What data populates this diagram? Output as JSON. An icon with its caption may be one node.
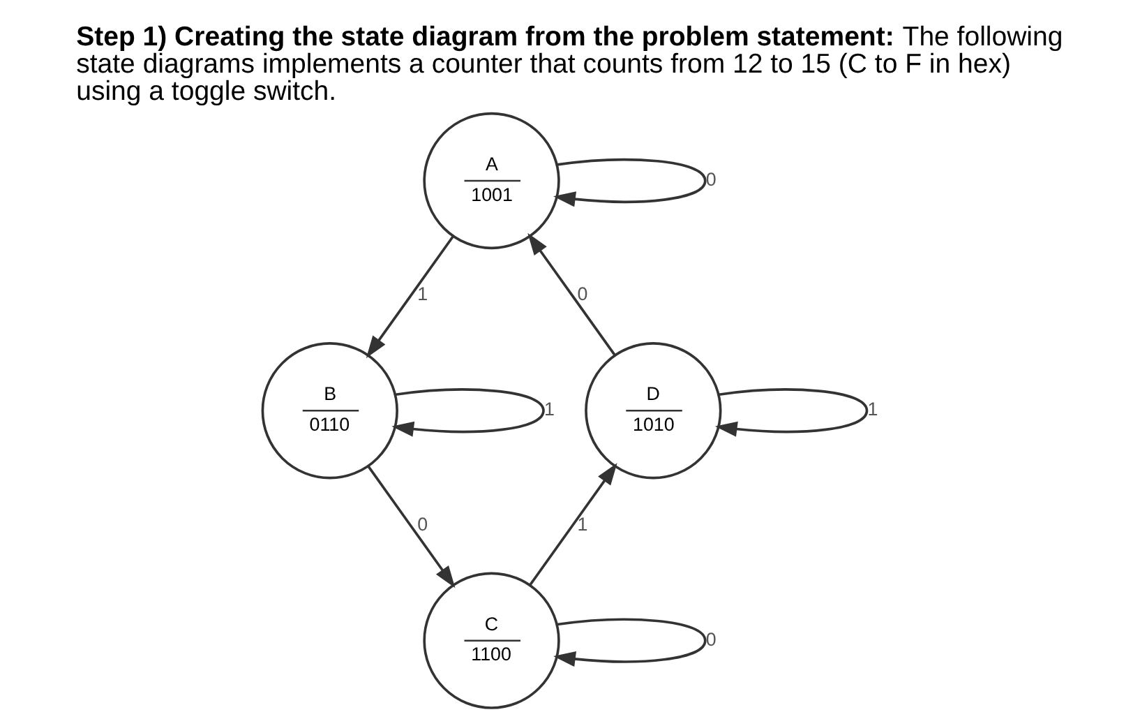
{
  "diagram": {
    "title": "**Step 1) Creating the state diagram from the problem statement:** The following state diagrams implements a counter that counts from 12 to 15 (C to F in hex) using a toggle switch.",
    "nodes": [
      {
        "text": [
          "A",
          "1001"
        ]
      },
      {
        "text": [
          "D",
          "1010"
        ]
      },
      {
        "text": [
          "B",
          "0110"
        ]
      },
      {
        "text": [
          "C",
          "1100"
        ]
      }
    ],
    "edges": [
      {
        "from": 0,
        "to": 0,
        "arrow": "to",
        "label": "0"
      },
      {
        "from": 1,
        "to": 0,
        "arrow": "to",
        "label": "0"
      },
      {
        "from": 0,
        "to": 2,
        "arrow": "to",
        "label": "1"
      },
      {
        "from": 1,
        "to": 1,
        "arrow": "to",
        "label": "1"
      },
      {
        "from": 2,
        "to": 2,
        "arrow": "to",
        "label": "1"
      },
      {
        "from": 2,
        "to": 3,
        "arrow": "to",
        "label": "0"
      },
      {
        "from": 3,
        "to": 1,
        "arrow": "to",
        "label": "1"
      },
      {
        "from": 3,
        "to": 3,
        "arrow": "to",
        "label": "0"
      }
    ]
  }
}
